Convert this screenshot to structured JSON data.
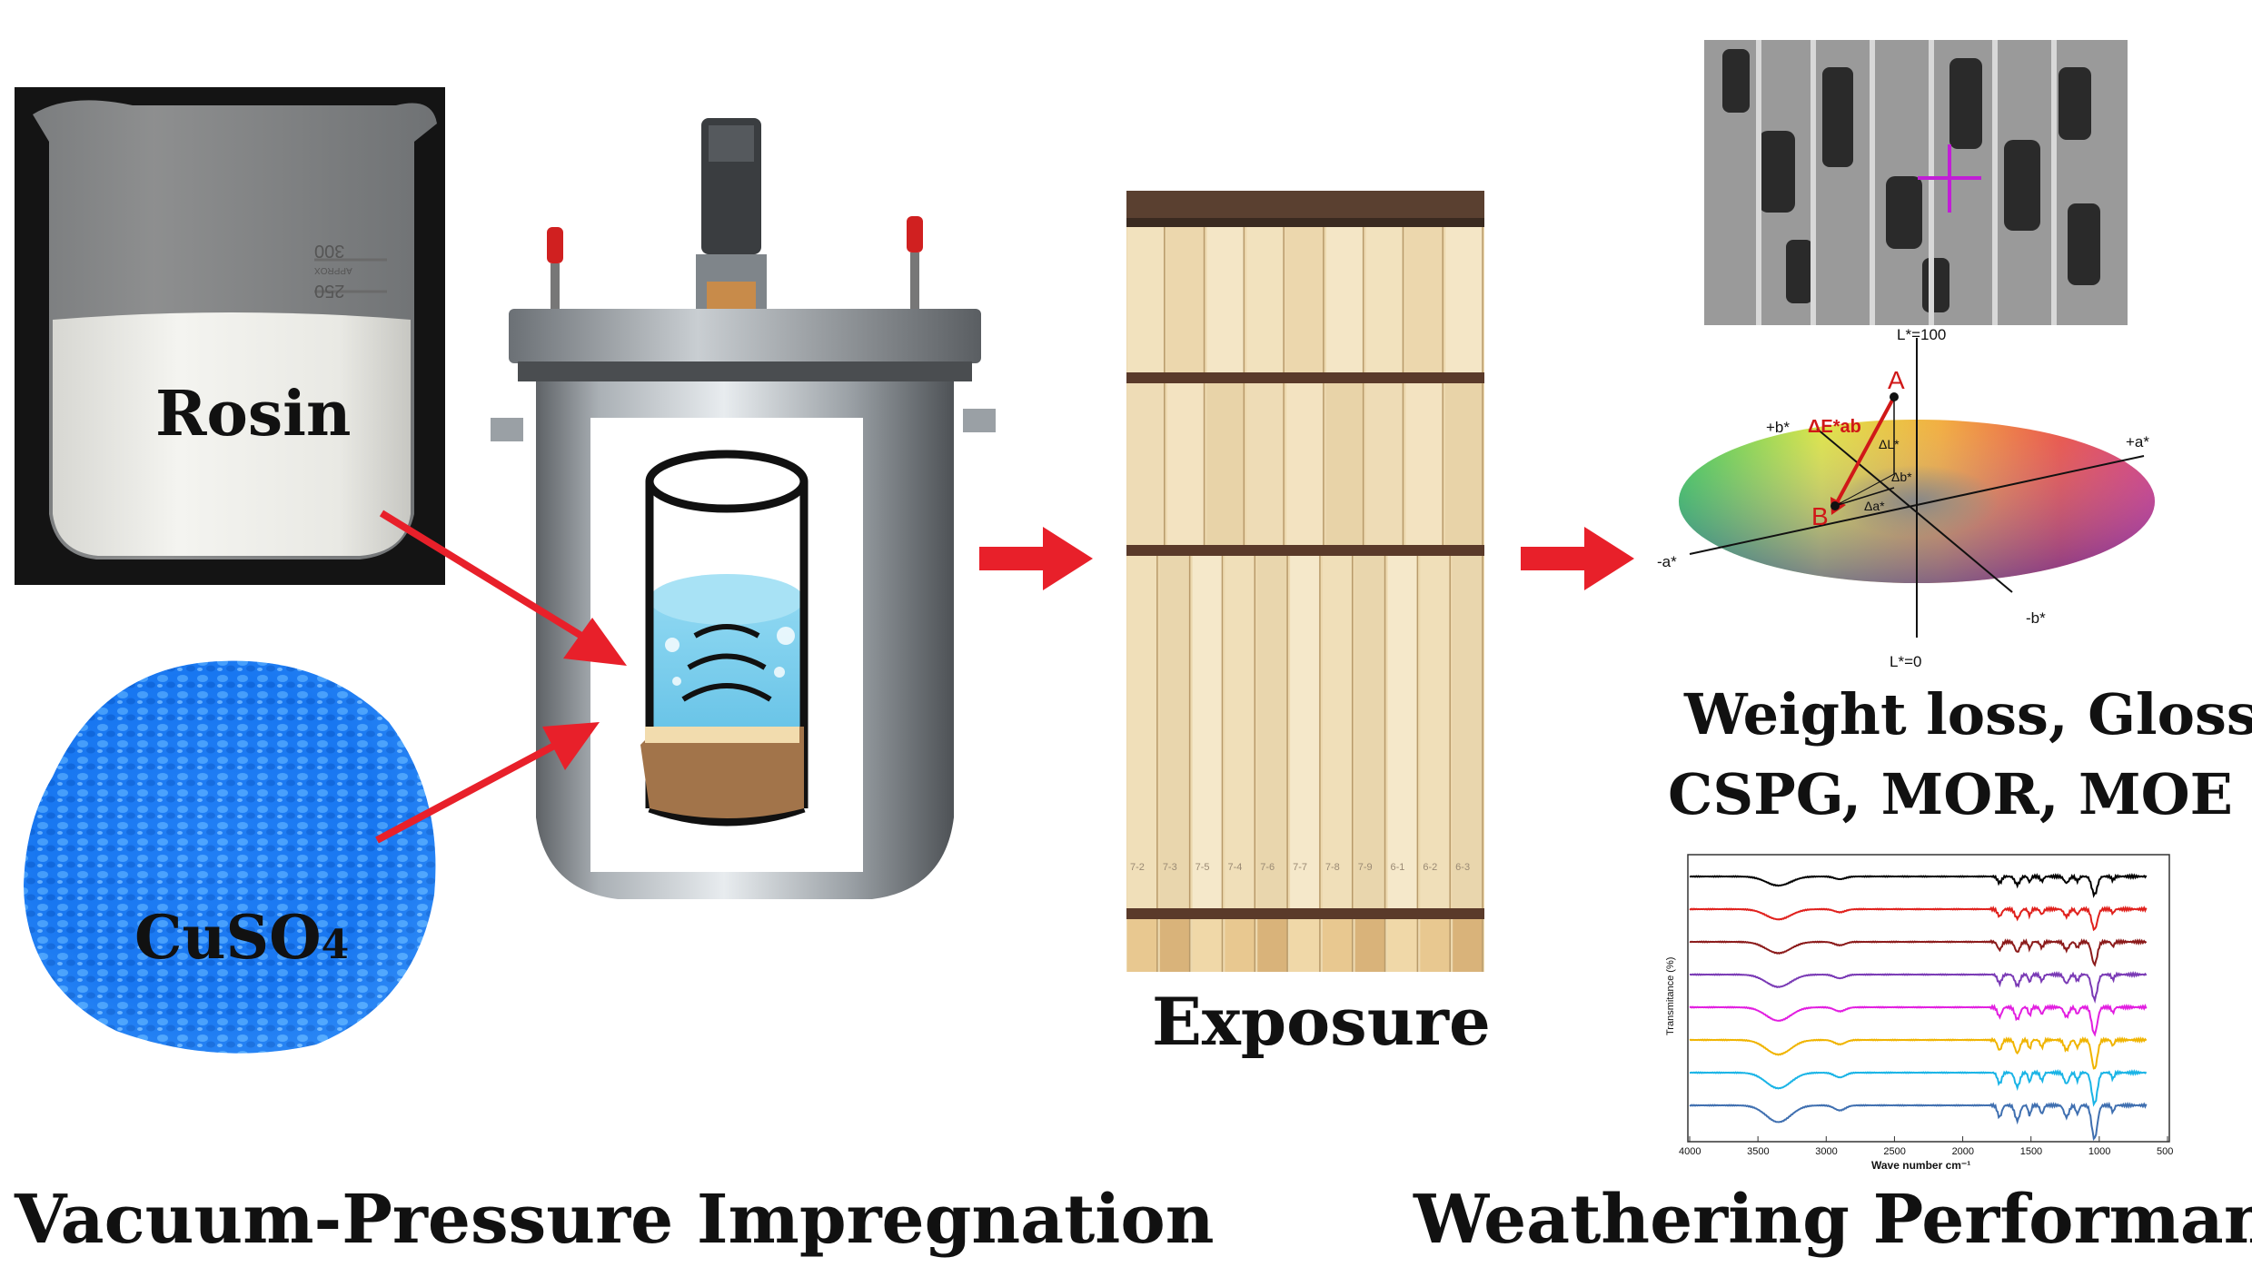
{
  "labels": {
    "rosin": "Rosin",
    "cuso4_main": "CuSO",
    "cuso4_sub": "4",
    "exposure": "Exposure",
    "vacuum": "Vacuum-Pressure Impregnation",
    "weathering": "Weathering Performance",
    "metrics_line1": "Weight loss, Gloss",
    "metrics_line2": "CSPG, MOR, MOE"
  },
  "beaker": {
    "mark_300": "300",
    "mark_approx": "APPROX",
    "mark_250": "250"
  },
  "color_space": {
    "l_top": "L*=100",
    "l_bottom": "L*=0",
    "plus_a": "+a*",
    "minus_a": "-a*",
    "plus_b": "+b*",
    "minus_b": "-b*",
    "point_a": "A",
    "point_b": "B",
    "delta_e": "ΔE*ab",
    "delta_l": "ΔL*",
    "delta_b": "Δb*",
    "delta_a": "Δa*"
  },
  "ftir": {
    "y_label": "Transmitance (%)",
    "x_label": "Wave number cm⁻¹",
    "x_ticks": [
      "4000",
      "3500",
      "3000",
      "2500",
      "2000",
      "1500",
      "1000",
      "500"
    ],
    "series_colors": [
      "#000000",
      "#e0201c",
      "#8b1a1a",
      "#7a3ab5",
      "#e21ee0",
      "#f0b400",
      "#1ab4e6",
      "#3f6fb0"
    ]
  },
  "sample_marks": [
    "7-2",
    "7-3",
    "7-5",
    "7-4",
    "7-6",
    "7-7",
    "7-8",
    "7-9",
    "6-1",
    "6-2",
    "6-3"
  ],
  "arrow_color": "#e8202a"
}
